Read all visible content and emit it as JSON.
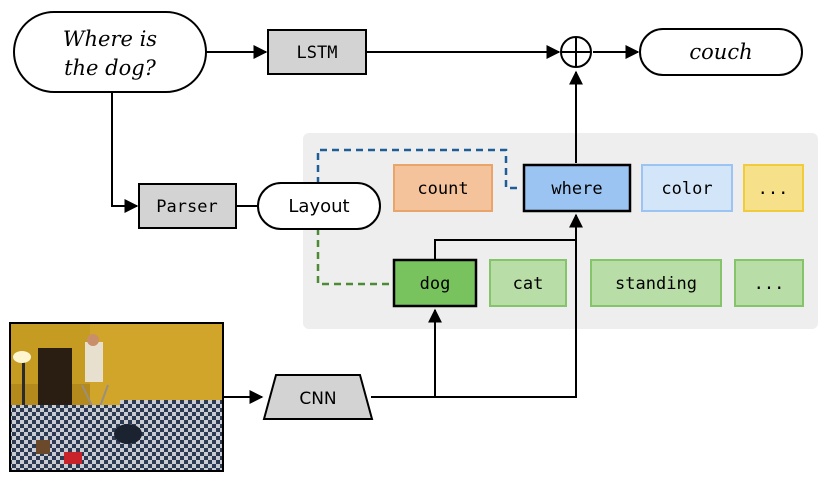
{
  "question": {
    "line1": "Where is",
    "line2": "the dog?"
  },
  "answer": "couch",
  "nodes": {
    "lstm": "LSTM",
    "parser": "Parser",
    "layout": "Layout",
    "cnn": "CNN",
    "combine": "⊕"
  },
  "modules": {
    "count": "count",
    "where": "where",
    "color": "color",
    "more_top": "...",
    "dog": "dog",
    "cat": "cat",
    "standing": "standing",
    "more_bottom": "..."
  },
  "colors": {
    "count_fill": "#F4C29B",
    "count_stroke": "#E8A46A",
    "where_fill": "#9CC4F2",
    "color_fill": "#D3E5F9",
    "color_stroke": "#9CC4F2",
    "more_top_fill": "#F7E08A",
    "more_top_stroke": "#F0CC3C",
    "dog_fill": "#79C35F",
    "attr_fill": "#B8DDA6",
    "attr_stroke": "#86C46B",
    "module_panel": "#EEEEEE",
    "blue_dashed": "#1F5D96",
    "green_dashed": "#4D8A35",
    "gray_box": "#D3D3D3"
  },
  "image": {
    "subject": "photo of a living room with a checkered couch, a dog, and a person on a ladder"
  }
}
